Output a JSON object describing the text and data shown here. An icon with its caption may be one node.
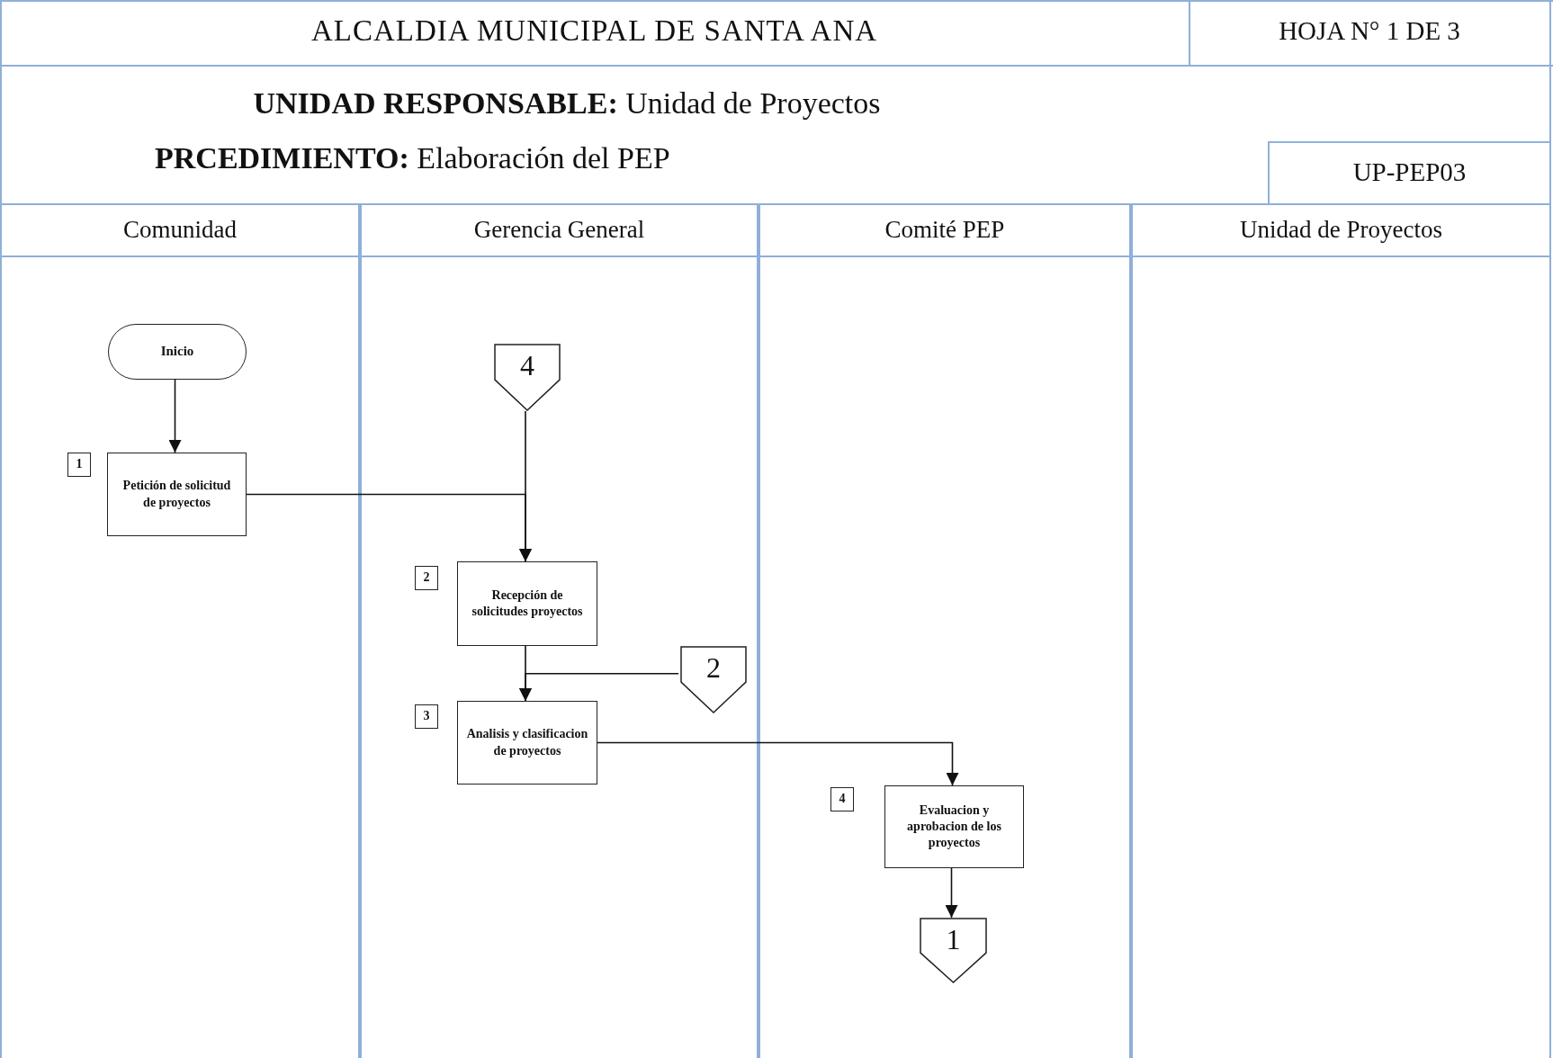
{
  "diagram": {
    "title": "ALCALDIA MUNICIPAL DE SANTA ANA",
    "nodes": [
      {
        "text": [
          "Comunidad"
        ]
      },
      {
        "text": [
          "Gerencia General"
        ]
      },
      {
        "text": [
          "Comité PEP"
        ]
      },
      {
        "text": [
          "Unidad de Proyectos"
        ]
      },
      {
        "text": [
          "Inicio"
        ],
        "in": 0
      },
      {
        "text": [
          "Petición de solicitud de proyectos"
        ],
        "in": 0,
        "beside": [
          "1"
        ]
      },
      {
        "text": [
          "4"
        ],
        "in": 1
      },
      {
        "text": [
          "Recepción de solicitudes proyectos"
        ],
        "in": 1,
        "beside": [
          "2"
        ]
      },
      {
        "text": [
          "2"
        ],
        "in": 1
      },
      {
        "text": [
          "Analisis y clasificacion de proyectos"
        ],
        "in": 1,
        "beside": [
          "3"
        ]
      },
      {
        "text": [
          "Evaluacion y aprobacion de los proyectos"
        ],
        "in": 2,
        "beside": [
          "4"
        ]
      },
      {
        "text": [
          "1"
        ],
        "in": 2
      }
    ],
    "edges": [
      {
        "from": 4,
        "to": 5,
        "arrow": "to"
      },
      {
        "from": 5,
        "to": 7,
        "arrow": "to"
      },
      {
        "from": 6,
        "to": 7,
        "arrow": "to"
      },
      {
        "from": 7,
        "to": 9,
        "arrow": "to"
      },
      {
        "from": 8,
        "to": 9,
        "arrow": "to"
      },
      {
        "from": 9,
        "to": 10,
        "arrow": "to"
      },
      {
        "from": 10,
        "to": 11,
        "arrow": "to"
      }
    ],
    "labels": [
      "HOJA N° 1 DE 3",
      "**UNIDAD RESPONSABLE:** Unidad de Proyectos",
      "**PRCEDIMIENTO:** Elaboración del PEP",
      "UP-PEP03"
    ]
  }
}
